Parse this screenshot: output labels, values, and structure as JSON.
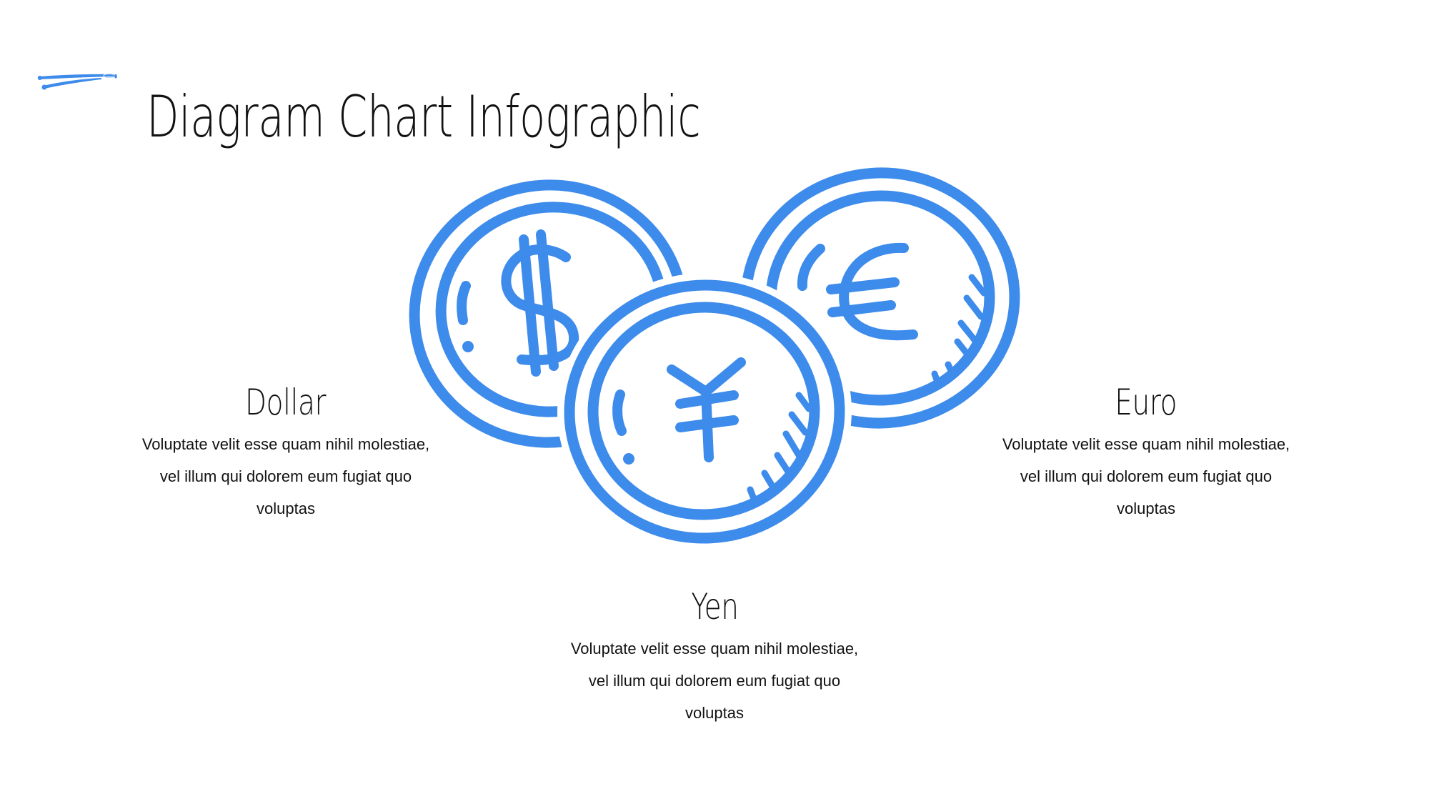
{
  "header": {
    "title": "Diagram Chart Infographic",
    "decoration_icon": "brush-stroke-icon"
  },
  "colors": {
    "accent": "#3D8BEB",
    "text": "#111111",
    "background": "#FFFFFF"
  },
  "coins": [
    {
      "id": "dollar",
      "icon": "dollar-coin-icon",
      "symbol": "$"
    },
    {
      "id": "euro",
      "icon": "euro-coin-icon",
      "symbol": "€"
    },
    {
      "id": "yen",
      "icon": "yen-coin-icon",
      "symbol": "¥"
    }
  ],
  "blocks": {
    "dollar": {
      "heading": "Dollar",
      "lines": [
        "Voluptate velit esse quam nihil molestiae,",
        "vel illum qui dolorem eum fugiat quo",
        "voluptas"
      ]
    },
    "euro": {
      "heading": "Euro",
      "lines": [
        "Voluptate velit esse quam nihil molestiae,",
        "vel illum qui dolorem eum fugiat quo",
        "voluptas"
      ]
    },
    "yen": {
      "heading": "Yen",
      "lines": [
        "Voluptate velit esse quam nihil molestiae,",
        "vel illum qui dolorem eum fugiat quo",
        "voluptas"
      ]
    }
  }
}
